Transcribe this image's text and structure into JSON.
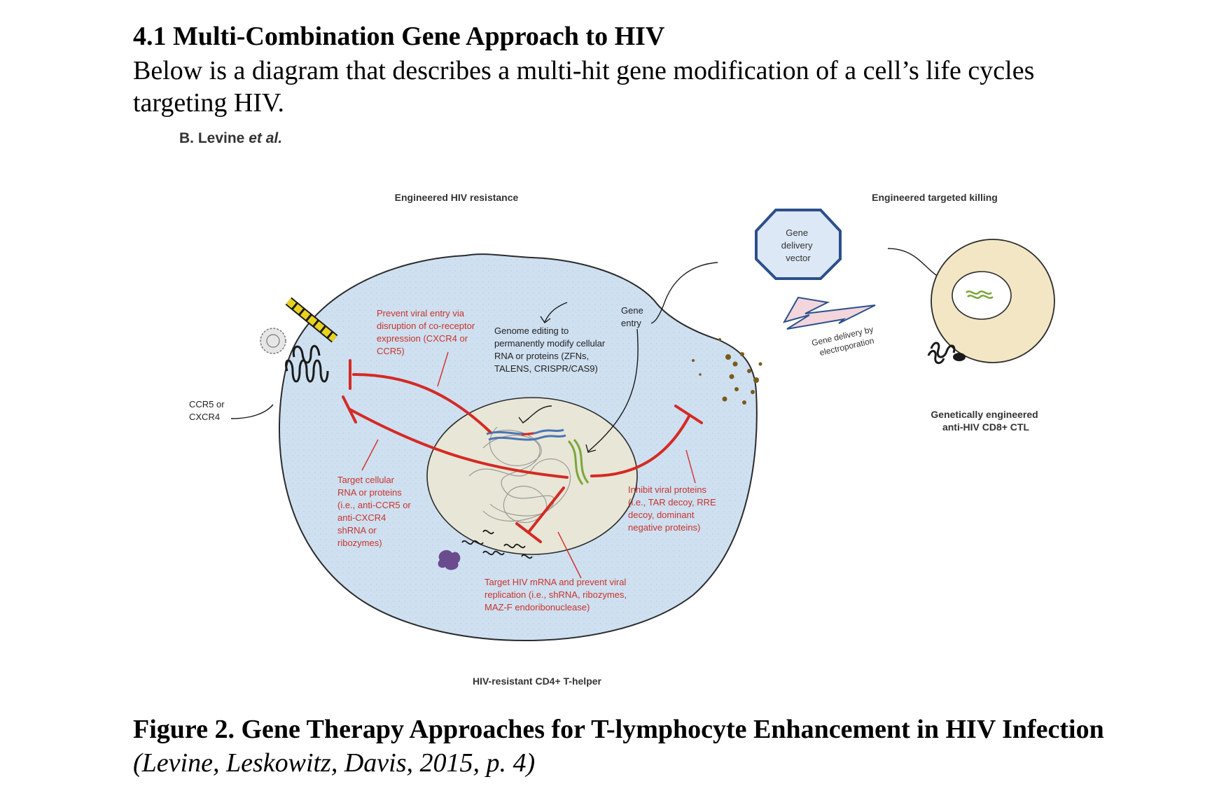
{
  "document": {
    "heading": "4.1 Multi-Combination Gene Approach to HIV",
    "intro": "Below is a diagram that describes a multi-hit gene modification of a cell’s life cycles targeting HIV.",
    "byline_author": "B. Levine",
    "byline_etal": "et al.",
    "caption_bold": "Figure 2. Gene Therapy Approaches for T-lymphocyte Enhancement in HIV Infection",
    "caption_citation": "(Levine, Leskowitz, Davis, 2015, p. 4)"
  },
  "diagram": {
    "panel_left_title": "Engineered HIV resistance",
    "panel_right_title": "Engineered targeted killing",
    "cell_label": "HIV-resistant CD4+ T-helper",
    "ctl_label": [
      "Genetically engineered",
      "anti-HIV CD8+ CTL"
    ],
    "receptor_label": [
      "CCR5 or",
      "CXCR4"
    ],
    "vector_label": [
      "Gene",
      "delivery",
      "vector"
    ],
    "electroporation_label": [
      "Gene delivery by",
      "electroporation"
    ],
    "gene_entry_label": [
      "Gene",
      "entry"
    ],
    "prevent_entry_label": [
      "Prevent viral entry via",
      "disruption of co-receptor",
      "expression (CXCR4 or",
      "CCR5)"
    ],
    "genome_editing_label": [
      "Genome editing to",
      "permanently modify cellular",
      "RNA or proteins (ZFNs,",
      "TALENS, CRISPR/CAS9)"
    ],
    "target_cellular_label": [
      "Target cellular",
      "RNA or proteins",
      "(i.e., anti-CCR5 or",
      "anti-CXCR4",
      "shRNA or",
      "ribozymes)"
    ],
    "inhibit_viral_label": [
      "Inhibit viral proteins",
      "(i.e., TAR decoy, RRE",
      "decoy, dominant",
      "negative proteins)"
    ],
    "target_mrna_label": [
      "Target HIV mRNA and prevent viral",
      "replication (i.e., shRNA, ribozymes,",
      "MAZ-F endoribonuclease)"
    ],
    "colors": {
      "cell_fill": "#cfe0f0",
      "nucleus_fill": "#e8e6d6",
      "ctl_fill": "#f2e6c4",
      "inhibit_red": "#d42a24",
      "label_red": "#c8332c",
      "vector_blue": "#2c4f8c",
      "vector_fill": "#dce8f6",
      "bolt_fill": "#f2d6dc",
      "receptor_yellow": "#e8d21e",
      "virus_dots": "#7a5a1a"
    }
  }
}
